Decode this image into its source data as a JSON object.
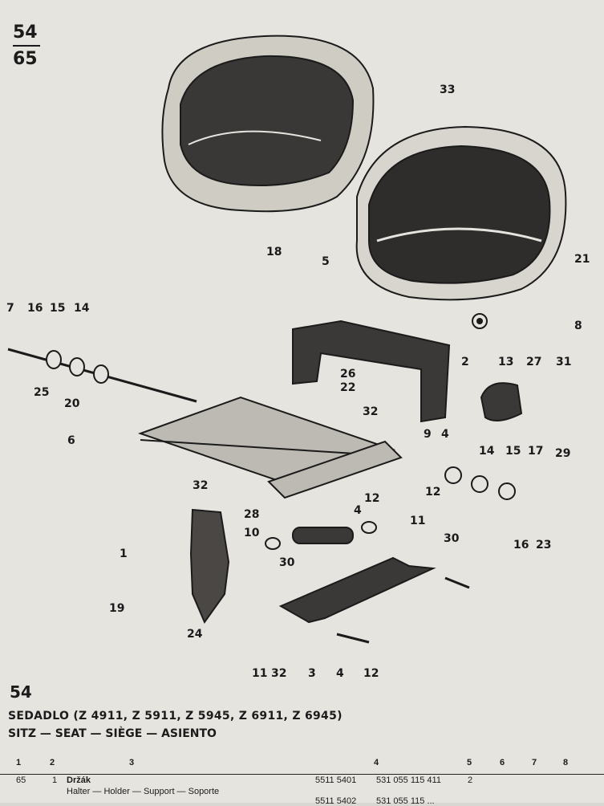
{
  "page": {
    "number_top": "54",
    "number_bottom": "65"
  },
  "callouts": [
    "18",
    "33",
    "21",
    "5",
    "8",
    "7",
    "16",
    "15",
    "14",
    "25",
    "20",
    "26",
    "22",
    "2",
    "13",
    "27",
    "31",
    "6",
    "32",
    "9",
    "4",
    "14",
    "15",
    "17",
    "29",
    "12",
    "16",
    "23",
    "32",
    "12",
    "28",
    "4",
    "10",
    "11",
    "30",
    "1",
    "30",
    "19",
    "24",
    "11",
    "32",
    "3",
    "4",
    "12"
  ],
  "section": {
    "number": "54",
    "title": "SEDADLO (Z 4911, Z 5911, Z 5945, Z 6911, Z 6945)",
    "subtitle": "SITZ — SEAT — SIÈGE — ASIENTO"
  },
  "table": {
    "headers": [
      "1",
      "2",
      "3",
      "4",
      "5",
      "6",
      "7",
      "8"
    ],
    "rows": [
      {
        "ref": "65",
        "qty": "1",
        "name": "Držák",
        "names_alt": "Halter — Holder — Support — Soporte",
        "part_no": "5511 5401",
        "order_no": "531 055 115 411",
        "count": "2"
      }
    ],
    "partial_row": {
      "part_no": "5511 5402",
      "order_no": "531 055 115 ..."
    }
  }
}
